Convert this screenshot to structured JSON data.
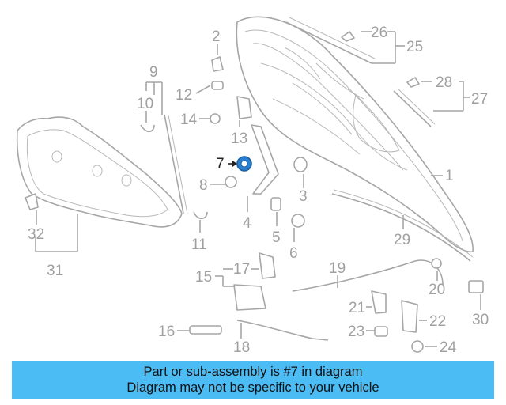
{
  "diagram": {
    "highlight_color": "#2a7fd0",
    "callouts": [
      {
        "id": "1",
        "text": "1"
      },
      {
        "id": "2",
        "text": "2"
      },
      {
        "id": "3",
        "text": "3"
      },
      {
        "id": "4",
        "text": "4"
      },
      {
        "id": "5",
        "text": "5"
      },
      {
        "id": "6",
        "text": "6"
      },
      {
        "id": "7",
        "text": "7",
        "highlighted": true
      },
      {
        "id": "8",
        "text": "8"
      },
      {
        "id": "9",
        "text": "9"
      },
      {
        "id": "10",
        "text": "10"
      },
      {
        "id": "11",
        "text": "11"
      },
      {
        "id": "12",
        "text": "12"
      },
      {
        "id": "13",
        "text": "13"
      },
      {
        "id": "14",
        "text": "14"
      },
      {
        "id": "15",
        "text": "15"
      },
      {
        "id": "16",
        "text": "16"
      },
      {
        "id": "17",
        "text": "17"
      },
      {
        "id": "18",
        "text": "18"
      },
      {
        "id": "19",
        "text": "19"
      },
      {
        "id": "20",
        "text": "20"
      },
      {
        "id": "21",
        "text": "21"
      },
      {
        "id": "22",
        "text": "22"
      },
      {
        "id": "23",
        "text": "23"
      },
      {
        "id": "24",
        "text": "24"
      },
      {
        "id": "25",
        "text": "25"
      },
      {
        "id": "26",
        "text": "26"
      },
      {
        "id": "27",
        "text": "27"
      },
      {
        "id": "28",
        "text": "28"
      },
      {
        "id": "29",
        "text": "29"
      },
      {
        "id": "30",
        "text": "30"
      },
      {
        "id": "31",
        "text": "31"
      },
      {
        "id": "32",
        "text": "32"
      }
    ]
  },
  "banner": {
    "line1": "Part or sub-assembly is #7 in diagram",
    "line2": "Diagram may not be specific to your vehicle",
    "background": "#4cbcf4"
  }
}
